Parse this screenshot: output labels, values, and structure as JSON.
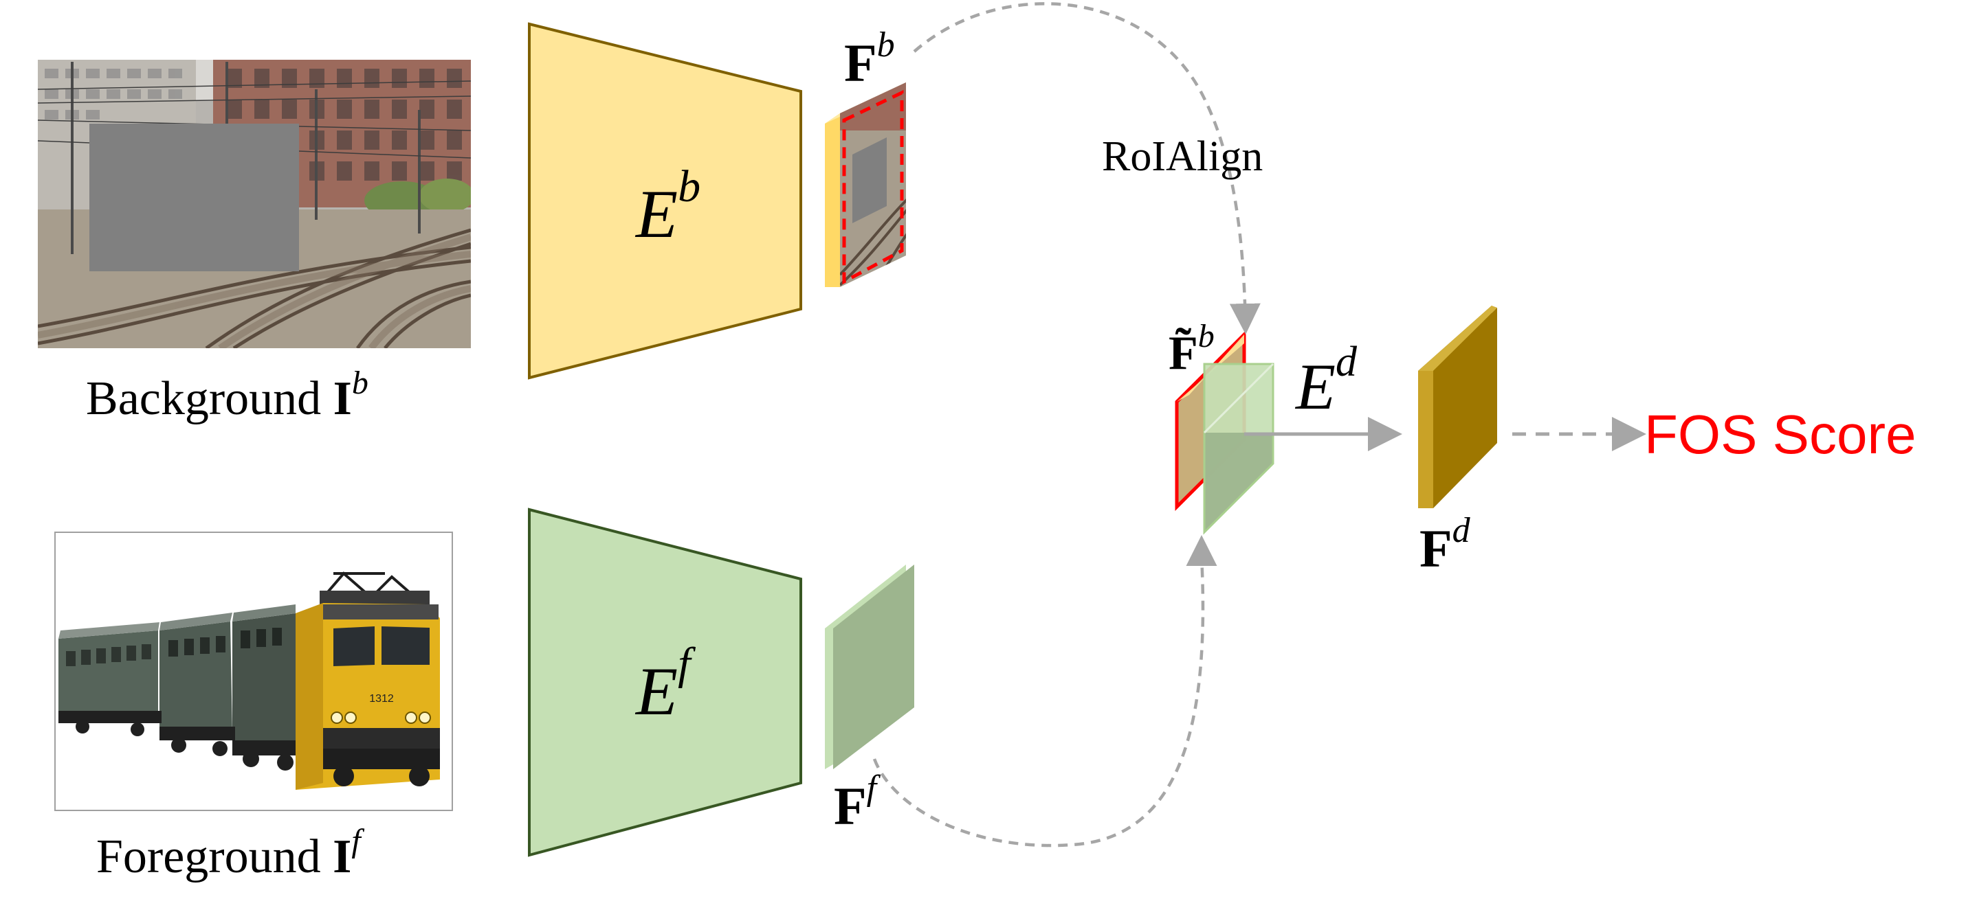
{
  "background_image": {
    "caption": "Background",
    "symbol": "I",
    "superscript": "b"
  },
  "foreground_image": {
    "caption": "Foreground",
    "symbol": "I",
    "superscript": "f"
  },
  "encoders": {
    "background": {
      "symbol": "E",
      "superscript": "b"
    },
    "foreground": {
      "symbol": "E",
      "superscript": "f"
    },
    "decoder": {
      "symbol": "E",
      "superscript": "d"
    }
  },
  "features": {
    "background": {
      "symbol": "F",
      "superscript": "b"
    },
    "roi_background": {
      "symbol": "F̃",
      "superscript": "b"
    },
    "foreground": {
      "symbol": "F",
      "superscript": "f"
    },
    "decoder": {
      "symbol": "F",
      "superscript": "d"
    }
  },
  "roi_label": "RoIAlign",
  "output_label": "FOS Score",
  "locomotive_number": "1312",
  "colors": {
    "encoder_background_fill": "#FFE699",
    "encoder_background_stroke": "#7F6000",
    "encoder_foreground_fill": "#C5E0B4",
    "encoder_foreground_stroke": "#385723",
    "decoder_feature": "#9E7700",
    "output_text": "#FF0000",
    "arrow": "#A6A6A6",
    "roi_box": "#FF0000"
  }
}
